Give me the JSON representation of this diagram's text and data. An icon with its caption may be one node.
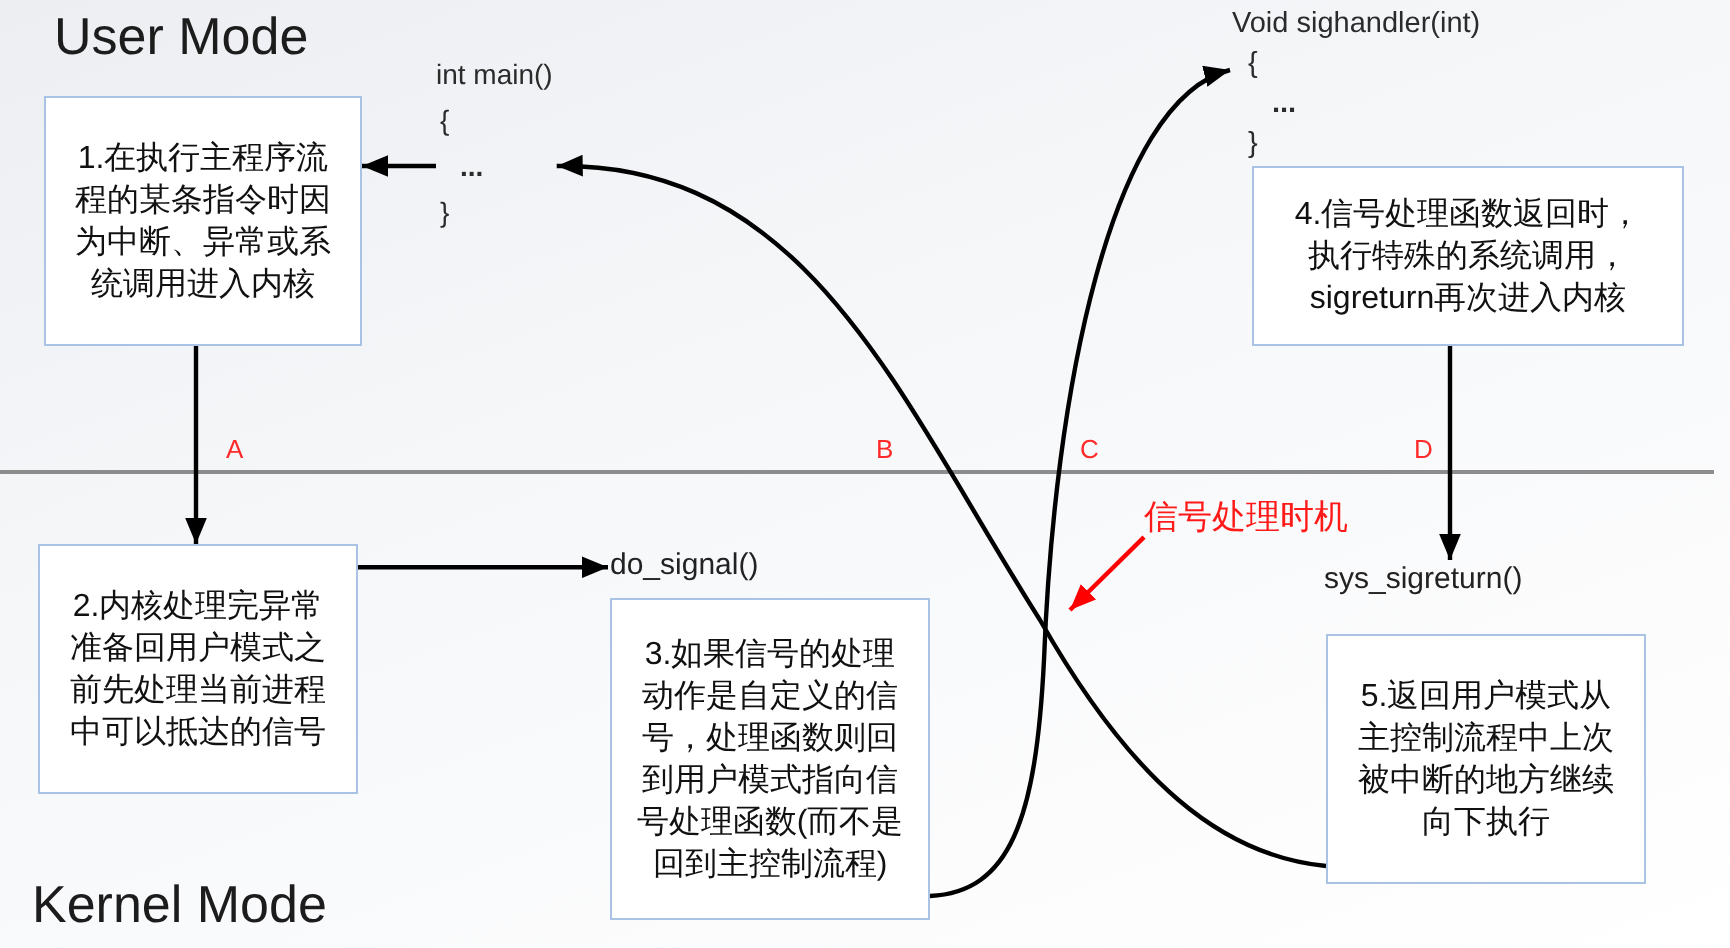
{
  "diagram": {
    "nodes": [
      {
        "text": [
          "1.在执行主程序流程的某条指令时因为中断、异常或系统调用进入内核"
        ]
      },
      {
        "text": [
          "int main()",
          "{",
          "...",
          "}"
        ]
      },
      {
        "text": [
          "Void sighandler(int)",
          "{",
          "...",
          "}"
        ]
      },
      {
        "text": [
          "4.信号处理函数返回时，执行特殊的系统调用，sigreturn再次进入内核"
        ]
      },
      {
        "text": [
          "2.内核处理完异常准备回用户模式之前先处理当前进程中可以抵达的信号"
        ]
      },
      {
        "text": [
          "do_signal()"
        ]
      },
      {
        "text": [
          "3.如果信号的处理动作是自定义的信号，处理函数则回到用户模式指向信号处理函数(而不是回到主控制流程)"
        ]
      },
      {
        "text": [
          "sys_sigreturn()"
        ]
      },
      {
        "text": [
          "5.返回用户模式从主控制流程中上次被中断的地方继续向下执行"
        ]
      },
      {
        "text": [
          "信号处理时机"
        ]
      }
    ],
    "edges": [
      {
        "from": 1,
        "to": 0,
        "arrow": "to"
      },
      {
        "from": 0,
        "to": 4,
        "arrow": "to",
        "label": "A"
      },
      {
        "from": 4,
        "to": 5,
        "arrow": "to"
      },
      {
        "from": 6,
        "to": 2,
        "arrow": "to",
        "label": "C"
      },
      {
        "from": 3,
        "to": 7,
        "arrow": "to",
        "label": "D"
      },
      {
        "from": 8,
        "to": 1,
        "arrow": "to",
        "label": "B"
      },
      {
        "from": 9,
        "to": null,
        "arrow": "to",
        "color": "#ff0000"
      }
    ],
    "labels": [
      "User Mode",
      "Kernel Mode"
    ]
  }
}
